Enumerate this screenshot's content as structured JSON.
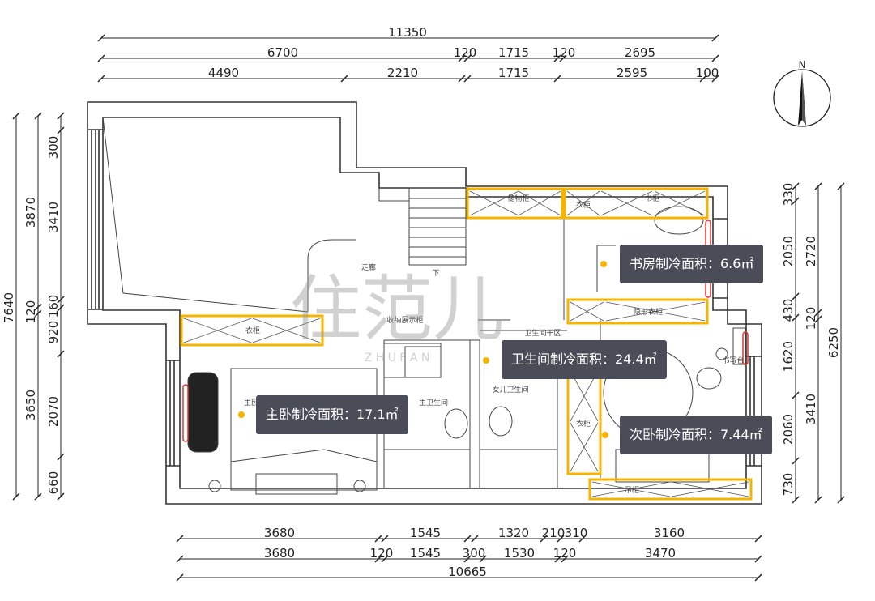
{
  "colors": {
    "accent": "#f5b400",
    "callout_bg": "#4a4c58",
    "wall": "#333333"
  },
  "compass": {
    "label": "N"
  },
  "watermark": {
    "main": "住范儿",
    "sub": "Z H U F A N"
  },
  "dims_top": {
    "row1": [
      "11350"
    ],
    "row2": [
      "6700",
      "120",
      "1715",
      "120",
      "2695"
    ],
    "row3": [
      "4490",
      "2210",
      "1715",
      "2595",
      "100"
    ]
  },
  "dims_bottom": {
    "row1": [
      "3680",
      "1545",
      "1320",
      "210",
      "310",
      "3160"
    ],
    "row2": [
      "3680",
      "120",
      "1545",
      "300",
      "1530",
      "120",
      "3470"
    ],
    "row3": [
      "10665"
    ]
  },
  "dims_left": {
    "outer": [
      "7640"
    ],
    "mid": [
      "3870",
      "120",
      "3650"
    ],
    "inner": [
      "300",
      "3410",
      "160",
      "920",
      "2070",
      "660"
    ]
  },
  "dims_right": {
    "inner": [
      "330",
      "2050",
      "430",
      "1620",
      "2060",
      "730"
    ],
    "mid": [
      "2720",
      "120",
      "3410"
    ],
    "outer": [
      "6250"
    ]
  },
  "rooms": {
    "storage_cabinet": "储物柜",
    "study_wardrobe": "衣柜",
    "bookshelf": "书柜",
    "corridor": "走廊",
    "stair_down": "下",
    "master_wardrobe": "衣柜",
    "master_bedroom": "主卧",
    "display_cabinet": "收纳展示柜",
    "public_bath": "卫生间干区",
    "master_bath": "主卫生间",
    "kids_bath": "女儿卫生间",
    "second_wardrobe": "衣柜",
    "hidden_wardrobe": "隐形衣柜",
    "desk": "书写台",
    "hanging_cabinet": "吊柜"
  },
  "callouts": [
    {
      "text": "书房制冷面积：6.6㎡"
    },
    {
      "text": "卫生间制冷面积：24.4㎡"
    },
    {
      "text": "主卧制冷面积：17.1㎡"
    },
    {
      "text": "次卧制冷面积：7.44㎡"
    }
  ]
}
